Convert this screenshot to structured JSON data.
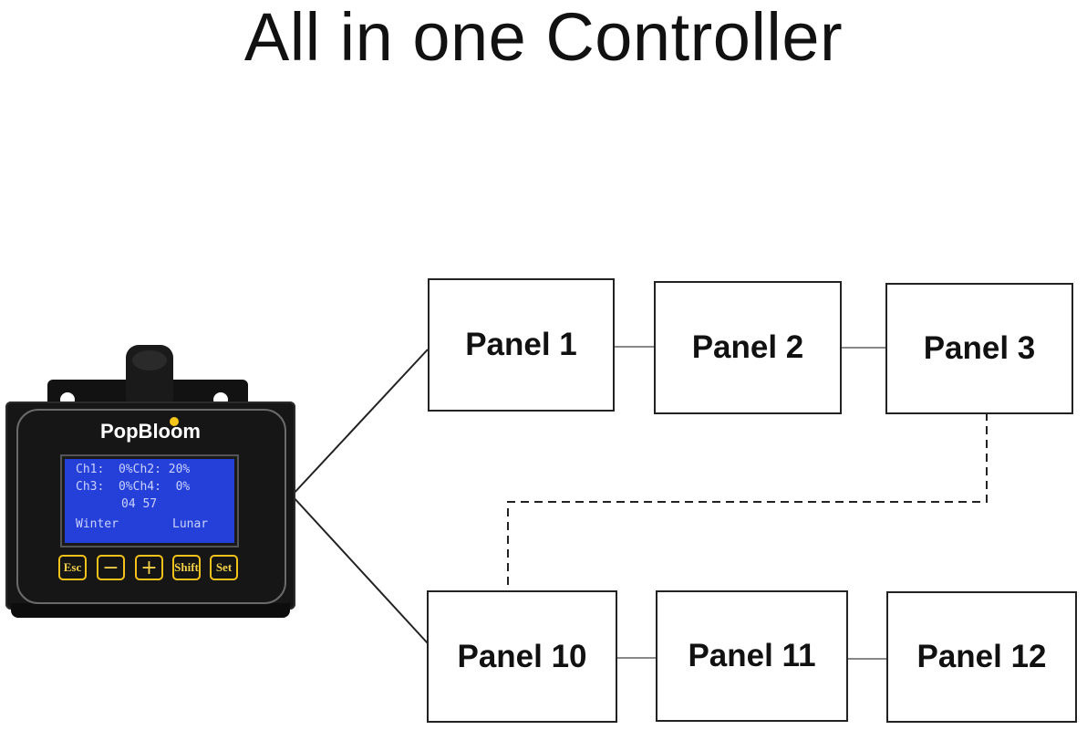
{
  "title": "All in one Controller",
  "controller": {
    "brand": "PopBloom",
    "lcd": {
      "line1": "Ch1:  0%Ch2: 20%",
      "line2": "Ch3:  0%Ch4:  0%",
      "line3": "04 57",
      "line4_left": "Winter",
      "line4_right": "Lunar"
    },
    "buttons": [
      "Esc",
      "−",
      "+",
      "Shift",
      "Set"
    ]
  },
  "panels": {
    "p1": "Panel 1",
    "p2": "Panel 2",
    "p3": "Panel 3",
    "p10": "Panel 10",
    "p11": "Panel 11",
    "p12": "Panel 12"
  },
  "colors": {
    "line": "#222222",
    "lcd": "#2440d8",
    "button_border": "#f3c21b"
  }
}
